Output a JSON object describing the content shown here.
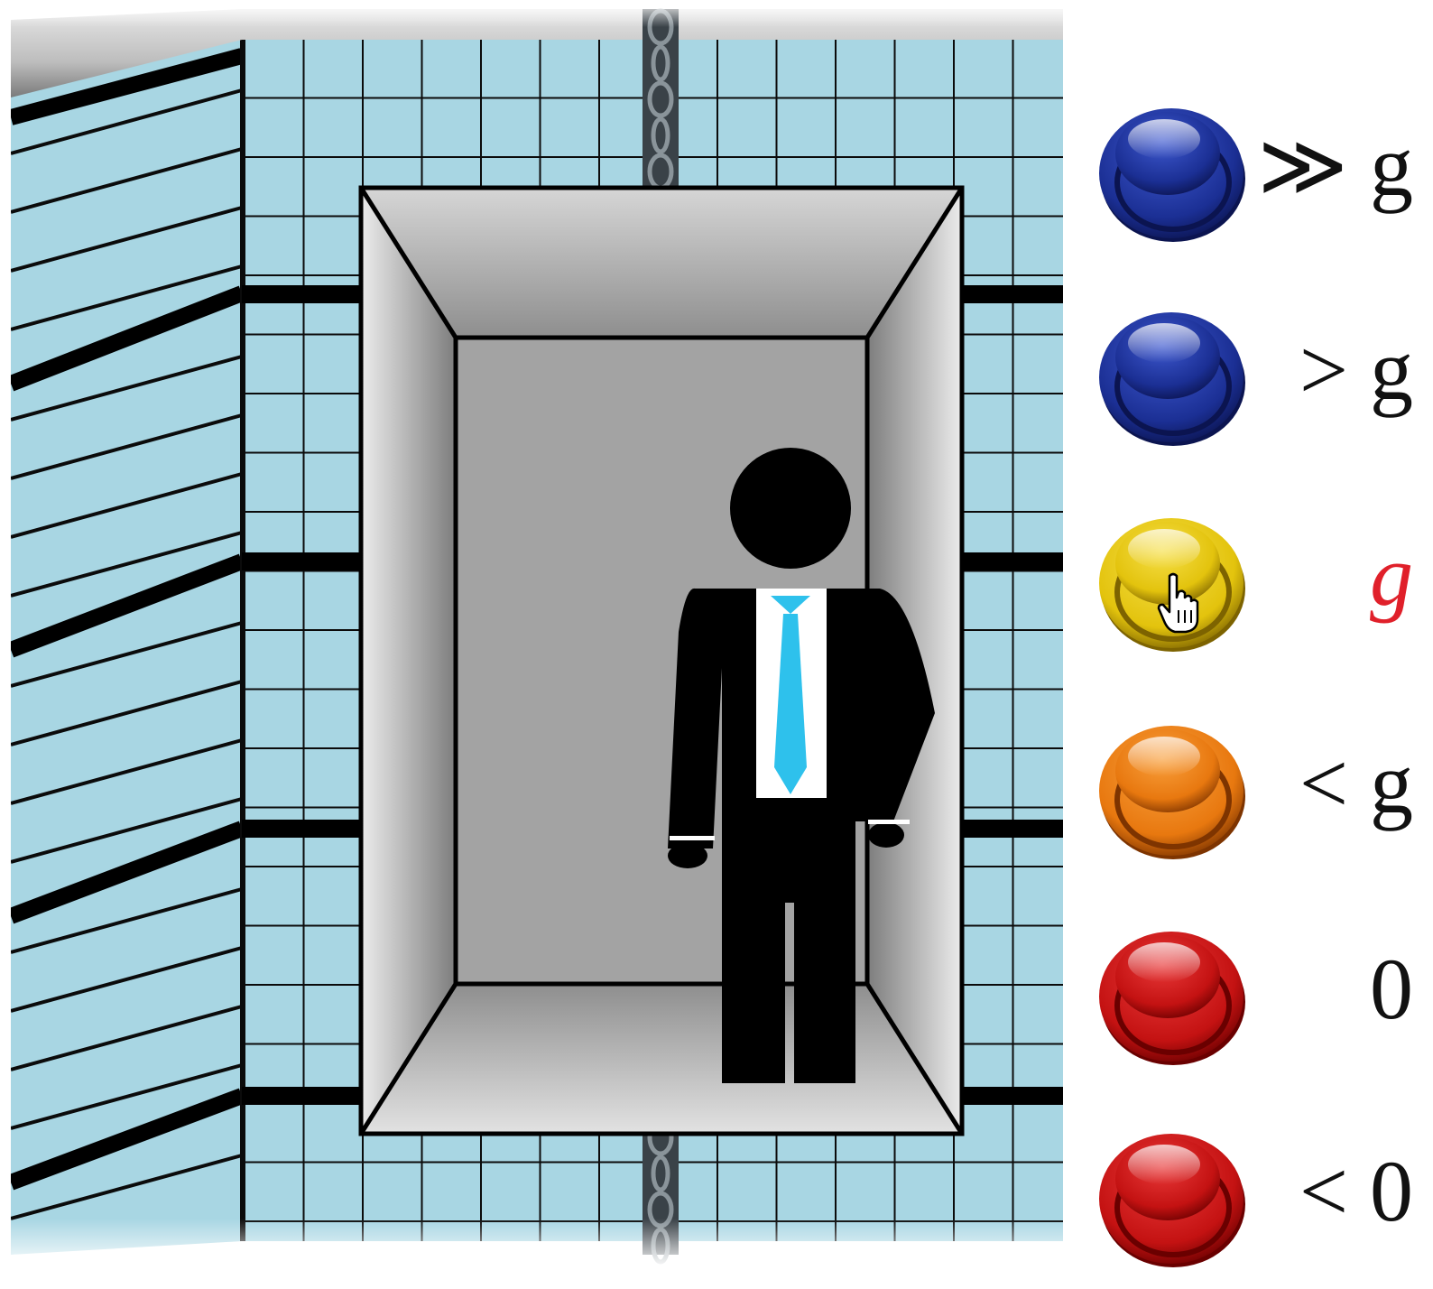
{
  "scene": {
    "tile_color": "#a8d6e3",
    "cable_color": "#3a4248",
    "cab_color": "#9c9c9c",
    "tie_color": "#2ec1ec",
    "person_color": "#000000"
  },
  "buttons": [
    {
      "id": "much-greater-g",
      "label": "≫ g",
      "color": "blue",
      "active": false
    },
    {
      "id": "greater-g",
      "label": "> g",
      "color": "blue",
      "active": false
    },
    {
      "id": "equal-g",
      "label": "g",
      "color": "yellow",
      "active": true
    },
    {
      "id": "less-g",
      "label": "< g",
      "color": "orange",
      "active": false
    },
    {
      "id": "zero",
      "label": "0",
      "color": "red",
      "active": false
    },
    {
      "id": "less-zero",
      "label": "< 0",
      "color": "red",
      "active": false
    }
  ],
  "colors": {
    "blue": {
      "base": "#1b2f94",
      "light": "#3f5ad1",
      "dark": "#0b1450"
    },
    "yellow": {
      "base": "#e3c30d",
      "light": "#f6e04a",
      "dark": "#7d6300"
    },
    "orange": {
      "base": "#e8780f",
      "light": "#f9a13e",
      "dark": "#7e3400"
    },
    "red": {
      "base": "#c41212",
      "light": "#ea3b3b",
      "dark": "#6a0000"
    }
  },
  "active_label_color": "#e0202a",
  "cursor_icon": "pointer-hand-icon"
}
